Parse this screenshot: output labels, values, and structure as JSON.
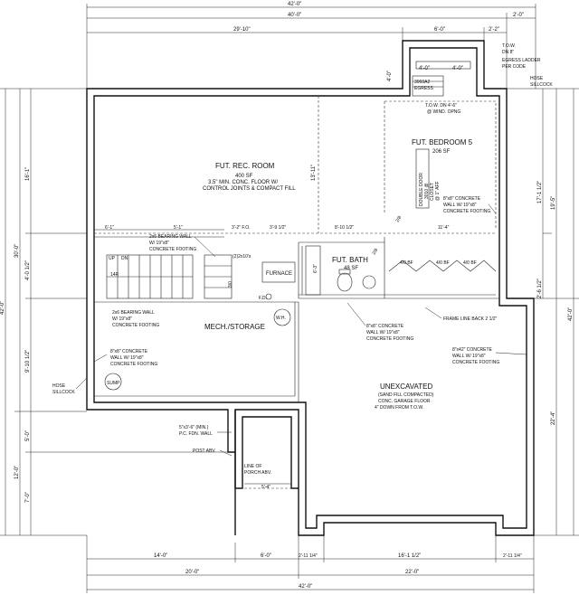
{
  "dimensions": {
    "overall_top": "42'-0\"",
    "overall_top_inner": "40'-0\"",
    "left_upper": "29'-10\"",
    "right_top": "2'-0\"",
    "egress_width": "6'-0\"",
    "egress_right": "2'-2\"",
    "egress_inner": "4'-0\"",
    "egress_depth": "4'-0\"",
    "left_outer_upper": "30'-0\"",
    "left_overall": "42'-0\"",
    "left_rec": "16'-1\"",
    "left_stair": "4'-0 1/2\"",
    "left_mech": "9'-10 1/2\"",
    "left_lower_total": "12'-0\"",
    "left_lower_a": "5'-0\"",
    "left_lower_b": "7'-0\"",
    "mid_vertical": "13'-11\"",
    "rt_bed": "17'-1 1/2\"",
    "rt_upper": "19'-5\"",
    "rt_stair": "2'-6 1/2\"",
    "rt_overall": "42'-0\"",
    "rt_lower": "22'-4\"",
    "row_a": "6'-1\"",
    "row_b": "5'-1\"",
    "row_c": "3'-2\" F.O.",
    "row_d": "3'-9 1/2\"",
    "row_e": "8'-10 1/2\"",
    "row_f": "11'-4\"",
    "bath_dim": "6'-3\"",
    "porch_dim": "5'-4\"",
    "bot_a": "14'-0\"",
    "bot_b": "6'-0\"",
    "bot_c": "2'-11 1/4\"",
    "bot_d": "16'-1 1/2\"",
    "bot_e": "2'-11 1/4\"",
    "bot_total_a": "20'-0\"",
    "bot_total_b": "22'-0\"",
    "bot_overall": "42'-0\""
  },
  "rooms": {
    "rec_title": "FUT. REC. ROOM",
    "rec_area": "400 SF",
    "rec_note1": "3.5\" MIN. CONC. FLOOR W/",
    "rec_note2": "CONTROL JOINTS & COMPACT FILL",
    "bed_title": "FUT. BEDROOM 5",
    "bed_area": "206 SF",
    "bath_title": "FUT. BATH",
    "bath_area": "48 SF",
    "mech_title": "MECH./STORAGE",
    "unexc_title": "UNEXCAVATED",
    "unexc_note1": "(SAND FILL COMPACTED)",
    "unexc_note2": "CONC. GARAGE FLOOR",
    "unexc_note3": "4\" DOWN FROM T.O.W."
  },
  "labels": {
    "tow": "T.O.W.",
    "dn": "DN 8\"",
    "egress1": "EGRESS LADDER",
    "egress2": "PER CODE",
    "hose_top1": "HOSE",
    "hose_top2": "SILLCOCK",
    "tow_wind1": "T.O.W. DN 4'-6\"",
    "tow_wind2": "@ WIND. OPNG",
    "win_label": "3060A2",
    "win_label2": "EGRESS",
    "double_door1": "DOUBLE DOOR",
    "double_door2": "3010 @",
    "double_door3": "CLOSET",
    "double_door4": "@ 1\" AFF",
    "conc_bed1": "8\"x8\" CONCRETE",
    "conc_bed2": "WALL W/ 19\"x8\"",
    "conc_bed3": "CONCRETE FOOTING",
    "bearing_top1": "2x6 BEARING WALL",
    "bearing_top2": "W/ 19\"x8\"",
    "bearing_top3": "CONCRETE FOOTING",
    "header_label": "(2)2x10's",
    "furnace": "FURNACE",
    "fd": "F.D.",
    "wh": "W.H.",
    "up": "UP",
    "dn_stair": "DN",
    "r14": "14R",
    "bearing_mid1": "2x6 BEARING WALL",
    "bearing_mid2": "W/ 19\"x8\"",
    "bearing_mid3": "CONCRETE FOOTING",
    "conc_left1": "8\"x8\" CONCRETE",
    "conc_left2": "WALL W/ 19\"x8\"",
    "conc_left3": "CONCRETE FOOTING",
    "sump": "SUMP",
    "hose_left1": "HOSE",
    "hose_left2": "SILLCOCK",
    "conc_mid1": "8\"x8\" CONCRETE",
    "conc_mid2": "WALL W/ 19\"x8\"",
    "conc_mid3": "CONCRETE FOOTING",
    "frame_line": "FRAME LINE BACK 2 1/2\"",
    "conc_right1": "8\"x42\" CONCRETE",
    "conc_right2": "WALL W/ 19\"x8\"",
    "conc_right3": "CONCRETE FOOTING",
    "pc1": "5\"x3'-6\" (MIN.)",
    "pc2": "P.C. FDN. WALL",
    "post": "POST ABV.",
    "porch1": "LINE OF",
    "porch2": "PORCH ABV.",
    "aff1": "4/0 BF",
    "aff2": "4/0 BF",
    "aff3": "4/0 BF",
    "door_a": "2/8",
    "door_b": "2/8",
    "stair_note": "3/0"
  }
}
